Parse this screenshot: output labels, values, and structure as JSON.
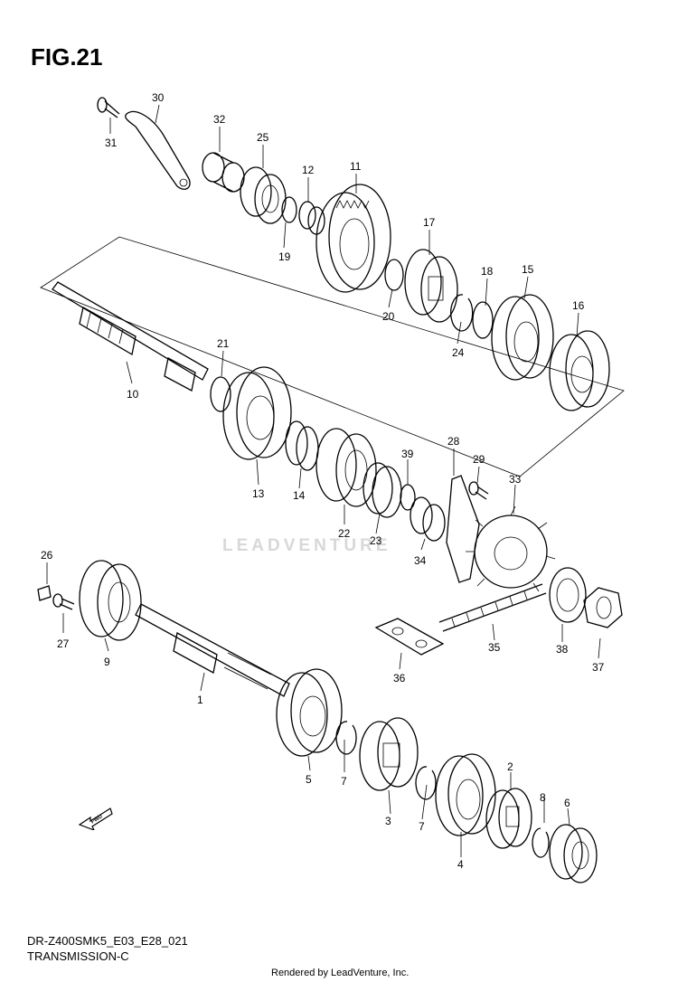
{
  "figure_title": "FIG.21",
  "model_code": "DR-Z400SMK5_E03_E28_021",
  "section_name": "TRANSMISSION-C",
  "render_credit": "Rendered by LeadVenture, Inc.",
  "watermark": "LEADVENTURE",
  "fwd_label": "FWD",
  "callouts": [
    "30",
    "31",
    "32",
    "25",
    "12",
    "11",
    "19",
    "17",
    "18",
    "15",
    "20",
    "24",
    "16",
    "21",
    "10",
    "13",
    "14",
    "22",
    "39",
    "28",
    "29",
    "23",
    "33",
    "34",
    "26",
    "27",
    "9",
    "1",
    "36",
    "35",
    "38",
    "37",
    "5",
    "7",
    "3",
    "7",
    "2",
    "8",
    "6",
    "4"
  ]
}
